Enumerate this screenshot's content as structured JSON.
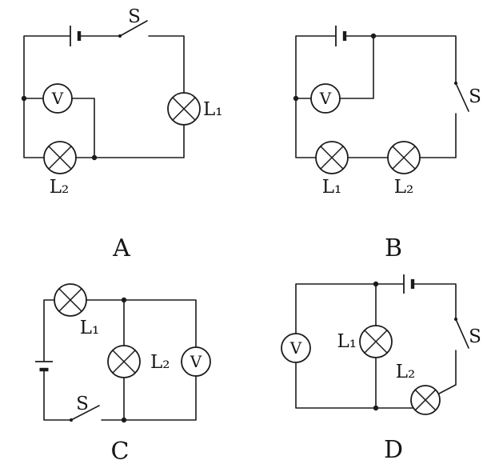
{
  "figure": {
    "background": "#ffffff",
    "ink_color": "#1b1b1b",
    "description": "Four electric circuit diagrams, options A-D, each with a battery, switch S, voltmeter V and two lamps L1 and L2"
  },
  "diagram": {
    "circuits": {
      "a": {
        "caption": "A",
        "switch_label": "S",
        "voltmeter_label": "V",
        "lamp1_label": "L₁",
        "lamp2_label": "L₂"
      },
      "b": {
        "caption": "B",
        "switch_label": "S",
        "voltmeter_label": "V",
        "lamp1_label": "L₁",
        "lamp2_label": "L₂"
      },
      "c": {
        "caption": "C",
        "switch_label": "S",
        "voltmeter_label": "V",
        "lamp1_label": "L₁",
        "lamp2_label": "L₂"
      },
      "d": {
        "caption": "D",
        "switch_label": "S",
        "voltmeter_label": "V",
        "lamp1_label": "L₁",
        "lamp2_label": "L₂"
      }
    }
  }
}
